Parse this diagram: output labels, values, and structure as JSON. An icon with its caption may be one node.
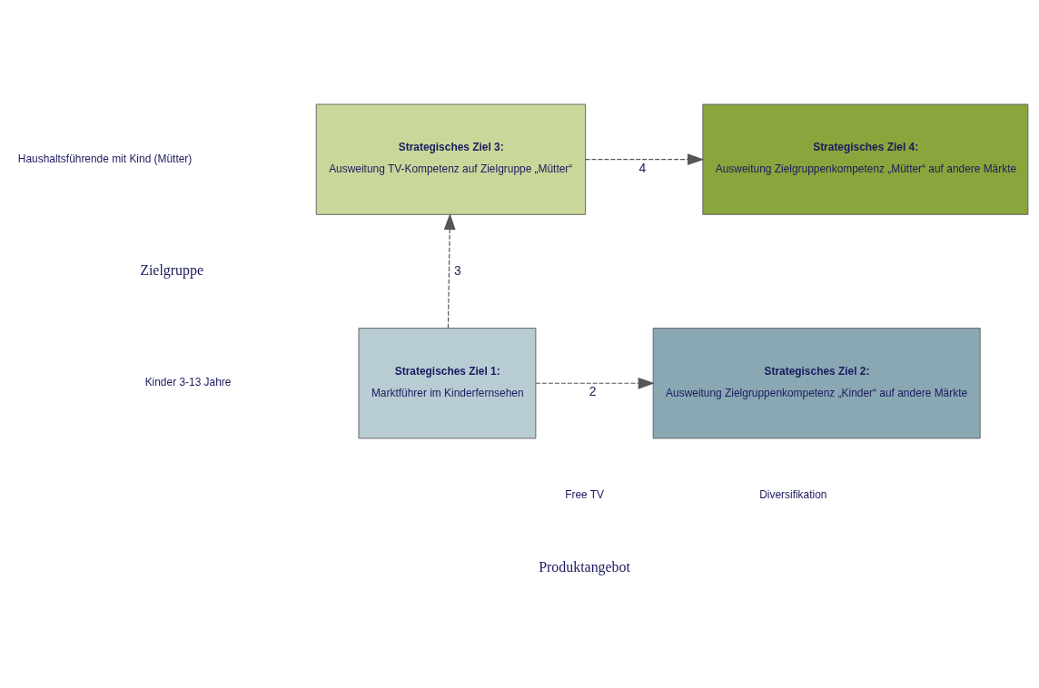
{
  "diagram": {
    "nodes": [
      {
        "text": [
          "Strategisches Ziel 3:",
          "Ausweitung TV-Kompetenz auf Zielgruppe „Mütter“"
        ]
      },
      {
        "text": [
          "Strategisches Ziel 4:",
          "Ausweitung Zielgruppenkompetenz „Mütter“ auf andere Märkte"
        ]
      },
      {
        "text": [
          "Strategisches Ziel 1:",
          "Marktführer im Kinderfernsehen"
        ]
      },
      {
        "text": [
          "Strategisches Ziel 2:",
          "Ausweitung Zielgruppenkompetenz „Kinder“ auf andere Märkte"
        ]
      }
    ],
    "edges": [
      {
        "from": 0,
        "to": 1,
        "arrow": "to",
        "label": "4",
        "style": "dashed"
      },
      {
        "from": 2,
        "to": 0,
        "arrow": "to",
        "label": "3",
        "style": "dashed"
      },
      {
        "from": 2,
        "to": 3,
        "arrow": "to",
        "label": "2",
        "style": "dashed"
      }
    ],
    "labels": [
      "Haushaltsführende mit Kind (Mütter)",
      "Zielgruppe",
      "Kinder 3-13 Jahre",
      "Free TV",
      "Diversifikation",
      "Produktangebot"
    ]
  }
}
